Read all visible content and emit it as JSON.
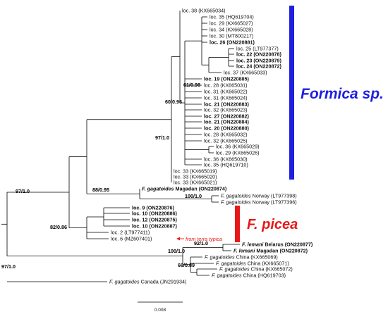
{
  "taxa": [
    {
      "id": "t01",
      "species": "",
      "locality": "loc. 38",
      "accession": "(KX665034)",
      "bold": false
    },
    {
      "id": "t02",
      "species": "",
      "locality": "loc. 35",
      "accession": "(HQ619704)",
      "bold": false
    },
    {
      "id": "t03",
      "species": "",
      "locality": "loc. 29",
      "accession": "(KX665027)",
      "bold": false
    },
    {
      "id": "t04",
      "species": "",
      "locality": "loc. 34",
      "accession": "(KX665028)",
      "bold": false
    },
    {
      "id": "t05",
      "species": "",
      "locality": "loc. 30",
      "accession": "(MT800217)",
      "bold": false
    },
    {
      "id": "t06",
      "species": "",
      "locality": "loc. 26",
      "accession": "(ON220881)",
      "bold": true
    },
    {
      "id": "t07",
      "species": "",
      "locality": "loc. 25",
      "accession": "(LT977377)",
      "bold": false
    },
    {
      "id": "t08",
      "species": "",
      "locality": "loc. 22",
      "accession": "(ON220878)",
      "bold": true
    },
    {
      "id": "t09",
      "species": "",
      "locality": "loc. 23",
      "accession": "(ON220879)",
      "bold": true
    },
    {
      "id": "t10",
      "species": "",
      "locality": "loc. 24",
      "accession": "(ON220872)",
      "bold": true
    },
    {
      "id": "t11",
      "species": "",
      "locality": "loc. 37",
      "accession": "(KX665033)",
      "bold": false
    },
    {
      "id": "t12",
      "species": "",
      "locality": "loc. 19",
      "accession": "(ON220885)",
      "bold": true
    },
    {
      "id": "t13",
      "species": "",
      "locality": "loc. 28",
      "accession": "(KX665031)",
      "bold": false
    },
    {
      "id": "t14",
      "species": "",
      "locality": "loc. 31",
      "accession": "(KX665022)",
      "bold": false
    },
    {
      "id": "t15",
      "species": "",
      "locality": "loc. 31",
      "accession": "(KX665024)",
      "bold": false
    },
    {
      "id": "t16",
      "species": "",
      "locality": "loc. 21",
      "accession": "(ON220883)",
      "bold": true
    },
    {
      "id": "t17",
      "species": "",
      "locality": "loc. 32",
      "accession": "(KX665023)",
      "bold": false
    },
    {
      "id": "t18",
      "species": "",
      "locality": "loc. 27",
      "accession": "(ON220882)",
      "bold": true
    },
    {
      "id": "t19",
      "species": "",
      "locality": "loc. 21",
      "accession": "(ON220884)",
      "bold": true
    },
    {
      "id": "t20",
      "species": "",
      "locality": "loc. 20",
      "accession": "(ON220880)",
      "bold": true
    },
    {
      "id": "t21",
      "species": "",
      "locality": "loc. 28",
      "accession": "(KX665032)",
      "bold": false
    },
    {
      "id": "t22",
      "species": "",
      "locality": "loc. 32",
      "accession": "(KX665025)",
      "bold": false
    },
    {
      "id": "t23",
      "species": "",
      "locality": "loc. 36",
      "accession": "(KX665029)",
      "bold": false
    },
    {
      "id": "t24",
      "species": "",
      "locality": "loc. 29",
      "accession": "(KX665026)",
      "bold": false
    },
    {
      "id": "t25",
      "species": "",
      "locality": "loc. 36",
      "accession": "(KX665030)",
      "bold": false
    },
    {
      "id": "t26",
      "species": "",
      "locality": "loc. 35",
      "accession": "(HQ619710)",
      "bold": false
    },
    {
      "id": "t27",
      "species": "",
      "locality": "loc. 33",
      "accession": "(KX665019)",
      "bold": false
    },
    {
      "id": "t28",
      "species": "",
      "locality": "loc. 33",
      "accession": "(KX665020)",
      "bold": false
    },
    {
      "id": "t29",
      "species": "",
      "locality": "loc. 33",
      "accession": "(KX665021)",
      "bold": false
    },
    {
      "id": "t30",
      "species": "F. gagatoides",
      "locality": "Magadan",
      "accession": "(ON220874)",
      "bold": true
    },
    {
      "id": "t31",
      "species": "F. gagatoides",
      "locality": "Norway",
      "accession": "(LT977398)",
      "bold": false
    },
    {
      "id": "t32",
      "species": "F. gagatoides",
      "locality": "Norway",
      "accession": "(LT977396)",
      "bold": false
    },
    {
      "id": "t33",
      "species": "",
      "locality": "loc. 9",
      "accession": "(ON220876)",
      "bold": true
    },
    {
      "id": "t34",
      "species": "",
      "locality": "loc. 10",
      "accession": "(ON220886)",
      "bold": true
    },
    {
      "id": "t35",
      "species": "",
      "locality": "loc. 12",
      "accession": "(ON220875)",
      "bold": true
    },
    {
      "id": "t36",
      "species": "",
      "locality": "loc. 10",
      "accession": "(ON220887)",
      "bold": true
    },
    {
      "id": "t37",
      "species": "",
      "locality": "loc. 2",
      "accession": "(LT977411)",
      "bold": false
    },
    {
      "id": "t38",
      "species": "",
      "locality": "loc. 6",
      "accession": "(MZ607401)",
      "bold": false
    },
    {
      "id": "t39",
      "species": "F. lemani",
      "locality": "Belarus",
      "accession": "(ON220877)",
      "bold": true
    },
    {
      "id": "t40",
      "species": "F. lemani",
      "locality": "Magadan",
      "accession": "(ON220872)",
      "bold": true
    },
    {
      "id": "t41",
      "species": "F. gagatoides",
      "locality": "China",
      "accession": "(KX665069)",
      "bold": false
    },
    {
      "id": "t42",
      "species": "F. gagatoides",
      "locality": "China",
      "accession": "(KX665071)",
      "bold": false
    },
    {
      "id": "t43",
      "species": "F. gagatoides",
      "locality": "China",
      "accession": "(KX665072)",
      "bold": false
    },
    {
      "id": "t44",
      "species": "F. gagatoides",
      "locality": "China",
      "accession": "(HQ619703)",
      "bold": false
    },
    {
      "id": "t45",
      "species": "F. gagatoides",
      "locality": "Canada",
      "accession": "(JN291934)",
      "bold": false
    }
  ],
  "support_values": [
    "61/0.98",
    "60/0.96",
    "97/1.0",
    "88/0.95",
    "100/1.0",
    "97/1.0",
    "82/0.86",
    "92/1.0",
    "100/1.0",
    "66/0.89",
    "97/1.0"
  ],
  "clades": [
    {
      "label": "Formica sp.",
      "color": "#1f1fe0"
    },
    {
      "label": "F. picea",
      "color": "#e81818"
    }
  ],
  "annotation": {
    "text": "from terra typica",
    "color": "#e81818"
  },
  "scale_bar": {
    "label": "0.008"
  }
}
